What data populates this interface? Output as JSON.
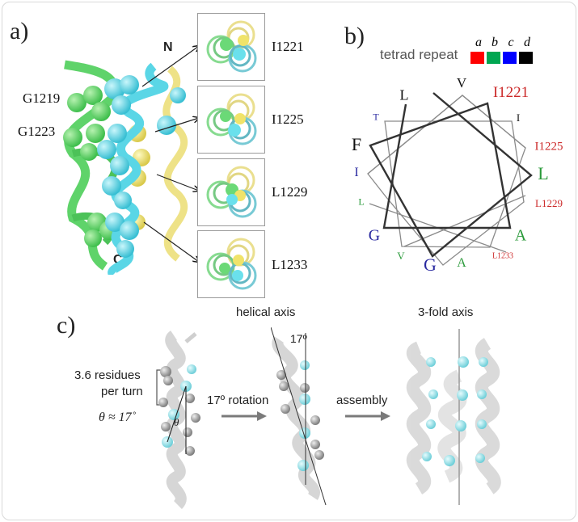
{
  "panels": {
    "a": {
      "label": "a)",
      "terminus_n": "N",
      "terminus_c": "C",
      "side_labels": [
        "G1219",
        "G1223"
      ],
      "insets": [
        {
          "residue": "I1221"
        },
        {
          "residue": "I1225"
        },
        {
          "residue": "L1229"
        },
        {
          "residue": "L1233"
        }
      ],
      "colors": {
        "helix_a": "#5fd36a",
        "helix_b": "#5ad6e6",
        "helix_c": "#ecdf7a"
      }
    },
    "b": {
      "label": "b)",
      "legend": {
        "title": "tetrad repeat",
        "items": [
          {
            "key": "a",
            "color": "#ff0000"
          },
          {
            "key": "b",
            "color": "#00a651"
          },
          {
            "key": "c",
            "color": "#0000ff"
          },
          {
            "key": "d",
            "color": "#000000"
          }
        ]
      },
      "wheel_residues": [
        {
          "text": "V",
          "color": "#111111"
        },
        {
          "text": "I1221",
          "color": "#cc2a2a"
        },
        {
          "text": "I",
          "color": "#111111"
        },
        {
          "text": "I1225",
          "color": "#cc2a2a"
        },
        {
          "text": "L",
          "color": "#2a9a3a"
        },
        {
          "text": "L1229",
          "color": "#cc2a2a"
        },
        {
          "text": "A",
          "color": "#2a9a3a"
        },
        {
          "text": "L1233",
          "color": "#cc2a2a"
        },
        {
          "text": "A",
          "color": "#2a9a3a"
        },
        {
          "text": "G",
          "color": "#2a2aa0"
        },
        {
          "text": "V",
          "color": "#2a9a3a"
        },
        {
          "text": "G",
          "color": "#2a2aa0"
        },
        {
          "text": "L",
          "color": "#2a9a3a"
        },
        {
          "text": "I",
          "color": "#2a2aa0"
        },
        {
          "text": "F",
          "color": "#111111"
        },
        {
          "text": "T",
          "color": "#2a2aa0"
        },
        {
          "text": "L",
          "color": "#111111"
        }
      ]
    },
    "c": {
      "label": "c)",
      "bracket_text_line1": "3.6 residues",
      "bracket_text_line2": "per turn",
      "theta_text": "θ ≈ 17˚",
      "theta_symbol": "θ",
      "rotation_label": "17º rotation",
      "helical_axis_label": "helical axis",
      "angle_label": "17º",
      "assembly_label": "assembly",
      "threefold_label": "3-fold axis",
      "colors": {
        "ribbon": "#d9d9d9",
        "sphere_cyan": "#8fe3ea",
        "sphere_gray": "#8a8a8a",
        "arrow": "#7a7a7a"
      }
    }
  }
}
